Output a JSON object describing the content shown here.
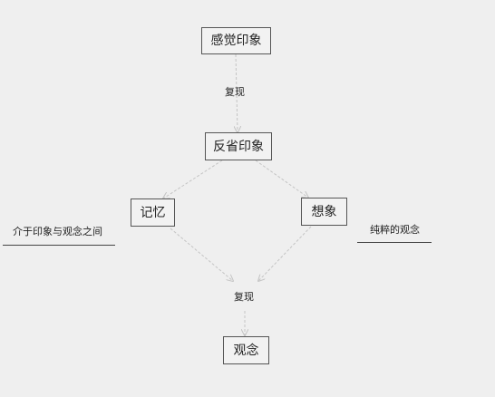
{
  "nodes": {
    "sense_impression": "感觉印象",
    "reflection_impression": "反省印象",
    "memory": "记忆",
    "imagination": "想象",
    "idea": "观念"
  },
  "edge_labels": {
    "reproduce_top": "复现",
    "reproduce_bottom": "复现"
  },
  "annotations": {
    "between_impression_and_idea": "介于印象与观念之间",
    "pure_idea": "纯粹的观念"
  },
  "colors": {
    "background": "#efefef",
    "node_border": "#555555",
    "arrow": "#c4c4c4"
  }
}
